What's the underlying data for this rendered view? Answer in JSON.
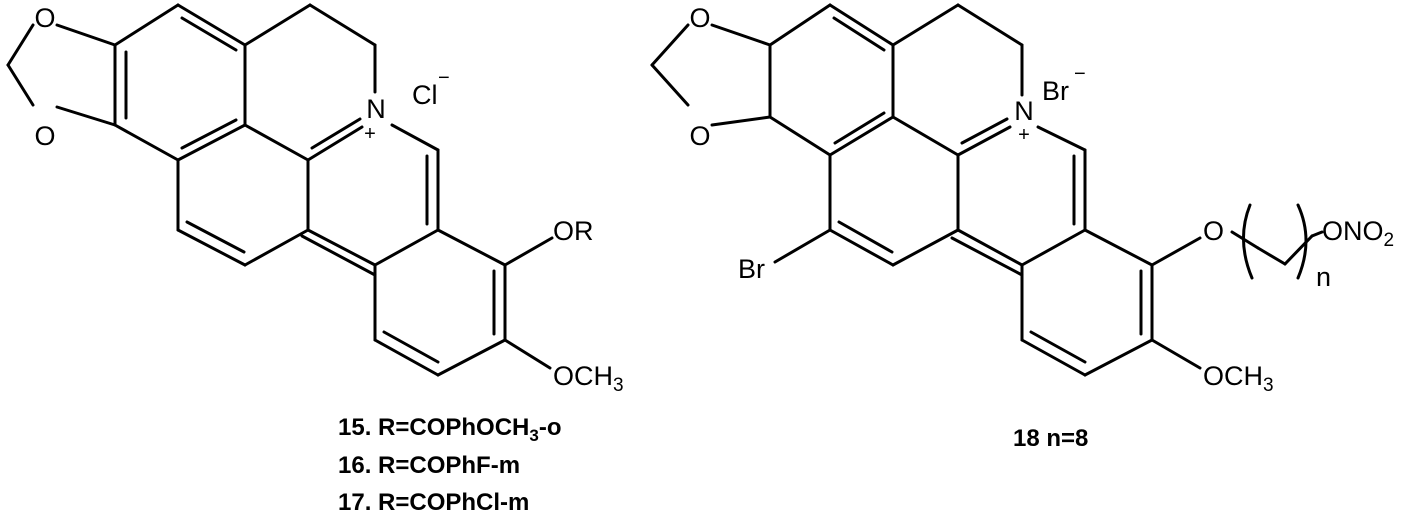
{
  "structure_left": {
    "atoms": {
      "o_top": "O",
      "o_bottom": "O",
      "n_plus": "N",
      "n_charge": "+",
      "counterion": "Cl",
      "counterion_charge": "−",
      "or_group": "OR",
      "och3_main": "OCH",
      "och3_sub": "3"
    },
    "captions": {
      "line1_main": "15. R=COPhOCH",
      "line1_sub": "3",
      "line1_tail": "-o",
      "line2": "16. R=COPhF-m",
      "line3": "17. R=COPhCl-m"
    }
  },
  "structure_right": {
    "atoms": {
      "o_top": "O",
      "o_bottom": "O",
      "n_plus": "N",
      "n_charge": "+",
      "counterion": "Br",
      "counterion_charge": "−",
      "br_substituent": "Br",
      "o_ether": "O",
      "n_repeat": "n",
      "ono2_main": "ONO",
      "ono2_sub": "2",
      "och3_main": "OCH",
      "och3_sub": "3"
    },
    "caption": "18 n=8"
  },
  "colors": {
    "ink": "#000000",
    "background": "#ffffff"
  }
}
